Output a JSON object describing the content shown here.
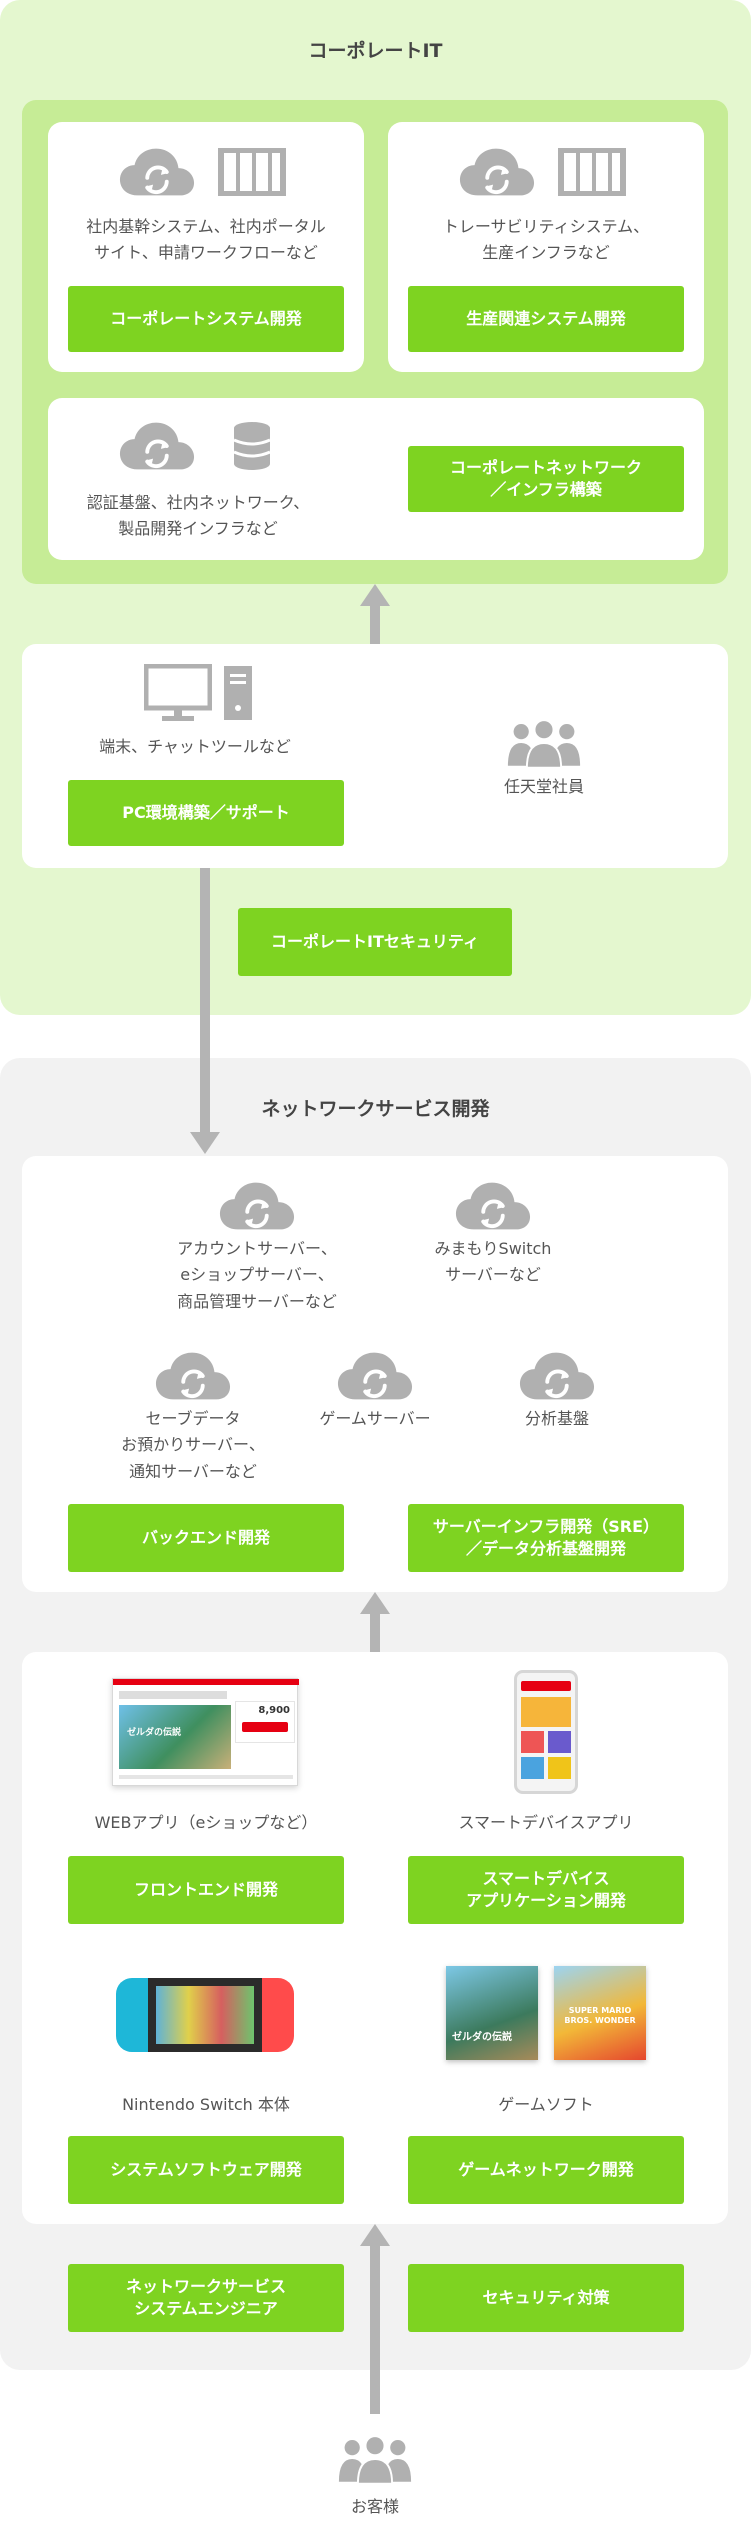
{
  "corporate": {
    "title": "コーポレートIT",
    "systems_desc": "社内基幹システム、社内ポータル\nサイト、申請ワークフローなど",
    "systems_btn": "コーポレートシステム開発",
    "production_desc": "トレーサビリティシステム、\n生産インフラなど",
    "production_btn": "生産関連システム開発",
    "network_desc": "認証基盤、社内ネットワーク、\n製品開発インフラなど",
    "network_btn": "コーポレートネットワーク\n／インフラ構築",
    "pc_desc": "端末、チャットツールなど",
    "pc_btn": "PC環境構築／サポート",
    "employees_label": "任天堂社員",
    "security_btn": "コーポレートITセキュリティ"
  },
  "network_service": {
    "title": "ネットワークサービス開発",
    "account_desc": "アカウントサーバー、\neショップサーバー、\n商品管理サーバーなど",
    "mimamori_desc": "みまもりSwitch\nサーバーなど",
    "save_desc": "セーブデータ\nお預かりサーバー、\n通知サーバーなど",
    "game_server_desc": "ゲームサーバー",
    "analytics_desc": "分析基盤",
    "backend_btn": "バックエンド開発",
    "sre_btn": "サーバーインフラ開発（SRE）\n／データ分析基盤開発",
    "web_label": "WEBアプリ（eショップなど）",
    "smart_label": "スマートデバイスアプリ",
    "frontend_btn": "フロントエンド開発",
    "smart_btn": "スマートデバイス\nアプリケーション開発",
    "switch_label": "Nintendo Switch 本体",
    "soft_label": "ゲームソフト",
    "system_soft_btn": "システムソフトウェア開発",
    "game_net_btn": "ゲームネットワーク開発",
    "engineer_btn": "ネットワークサービス\nシステムエンジニア",
    "security_btn": "セキュリティ対策",
    "eshop_price": "8,900",
    "game_logo_text": "ゼルダの伝説",
    "mario_logo_text": "SUPER MARIO BROS. WONDER"
  },
  "customers": {
    "label": "お客様"
  },
  "colors": {
    "accent_green": "#7ed321",
    "corporate_bg": "#e4f7cf",
    "corporate_inner": "#c6ec96",
    "network_bg": "#f2f2f2",
    "icon_gray": "#b0b0b0"
  },
  "icons": [
    "cloud-sync-icon",
    "server-rack-icon",
    "database-icon",
    "monitor-icon",
    "tower-pc-icon",
    "people-group-icon"
  ]
}
